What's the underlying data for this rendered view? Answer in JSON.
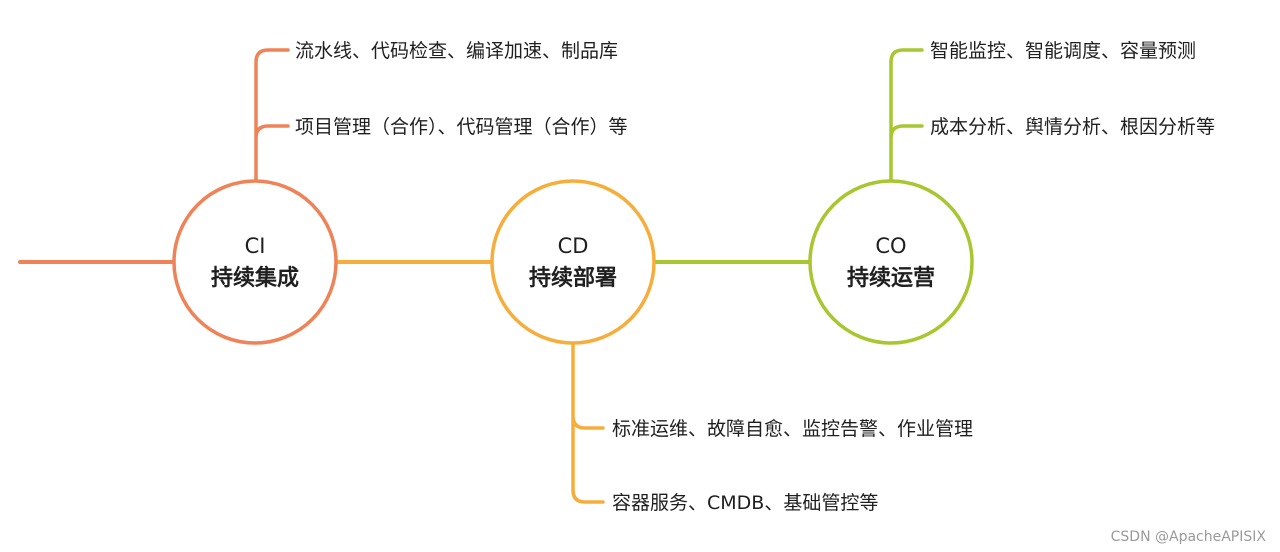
{
  "stages": [
    {
      "code": "CI",
      "name": "持续集成",
      "color": "#f08257",
      "branches": [
        "流水线、代码检查、编译加速、制品库",
        "项目管理（合作）、代码管理（合作）等"
      ]
    },
    {
      "code": "CD",
      "name": "持续部署",
      "color": "#f7ad3a",
      "branches": [
        "标准运维、故障自愈、监控告警、作业管理",
        "容器服务、CMDB、基础管控等"
      ]
    },
    {
      "code": "CO",
      "name": "持续运营",
      "color": "#a8c62f",
      "branches": [
        "智能监控、智能调度、容量预测",
        "成本分析、舆情分析、根因分析等"
      ]
    }
  ],
  "watermark": "CSDN @ApacheAPISIX"
}
